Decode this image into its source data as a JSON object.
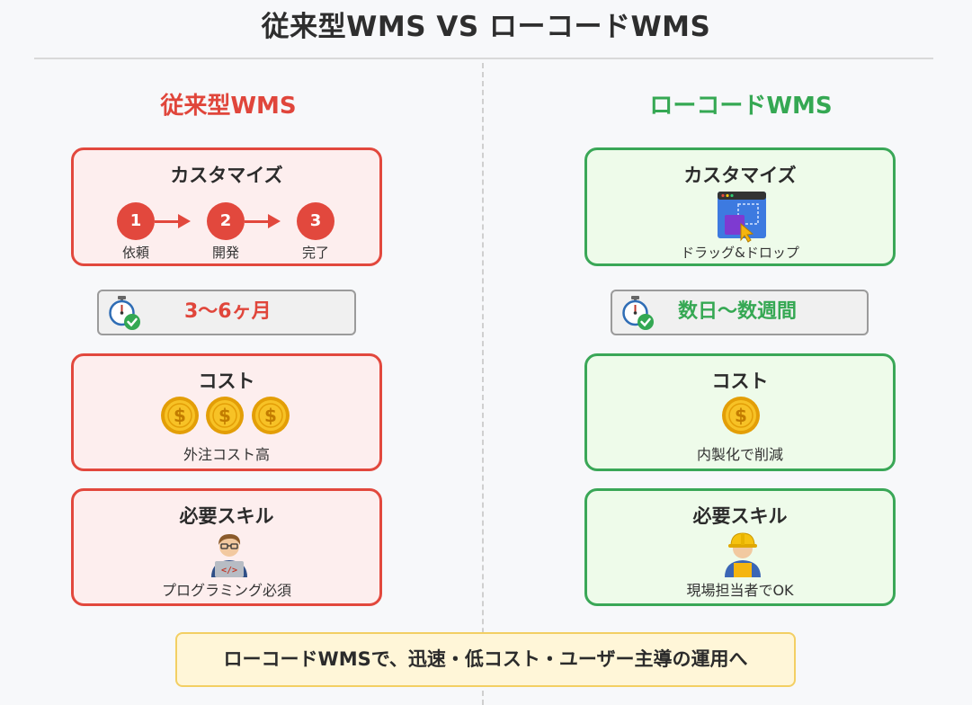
{
  "title": "従来型WMS VS ローコードWMS",
  "left": {
    "heading": "従来型WMS",
    "customize": {
      "title": "カスタマイズ",
      "steps": [
        {
          "number": "1",
          "label": "依頼"
        },
        {
          "number": "2",
          "label": "開発"
        },
        {
          "number": "3",
          "label": "完了"
        }
      ]
    },
    "duration": "3〜6ヶ月",
    "cost": {
      "title": "コスト",
      "caption": "外注コスト高",
      "coin_count": 3
    },
    "skill": {
      "title": "必要スキル",
      "caption": "プログラミング必須"
    }
  },
  "right": {
    "heading": "ローコードWMS",
    "customize": {
      "title": "カスタマイズ",
      "caption": "ドラッグ&ドロップ"
    },
    "duration": "数日〜数週間",
    "cost": {
      "title": "コスト",
      "caption": "内製化で削減",
      "coin_count": 1
    },
    "skill": {
      "title": "必要スキル",
      "caption": "現場担当者でOK"
    }
  },
  "banner": "ローコードWMSで、迅速・低コスト・ユーザー主導の運用へ",
  "colors": {
    "red": "#e2483d",
    "green": "#3aa757",
    "coin": "#f5b50f",
    "banner_bg": "#fff6d8"
  },
  "icons": [
    "stopwatch-check-icon",
    "coin-dollar-icon",
    "developer-laptop-icon",
    "drag-drop-window-icon",
    "worker-hardhat-icon"
  ]
}
